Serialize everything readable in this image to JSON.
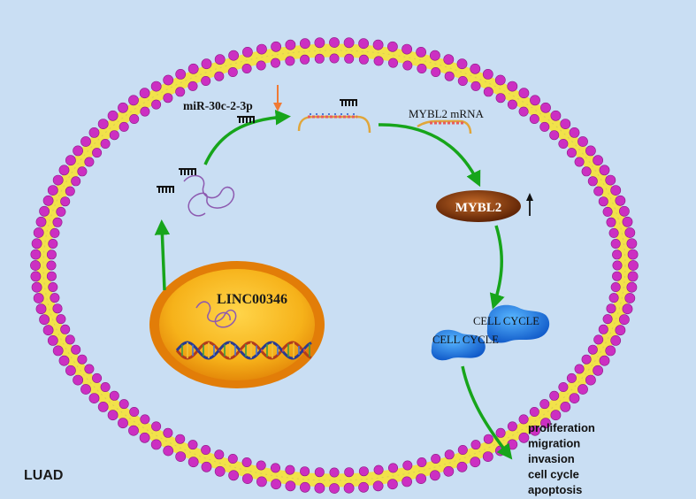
{
  "corner_label": "LUAD",
  "nucleus": {
    "label": "LINC00346"
  },
  "mirna": {
    "label": "miR-30c-2-3p",
    "trend": "down"
  },
  "mrna": {
    "label": "MYBL2 mRNA"
  },
  "protein": {
    "label": "MYBL2",
    "trend": "up"
  },
  "cell_cycle": {
    "label_a": "CELL CYCLE",
    "label_b": "CELL CYCLE"
  },
  "outcomes": [
    "proliferation",
    "migration",
    "invasion",
    "cell cycle",
    "apoptosis"
  ],
  "colors": {
    "background": "#c9def3",
    "lipid_head": "#cc2fc2",
    "lipid_tail": "#f2e24a",
    "arrow": "#17a51b",
    "nucleus": "#f4a40d",
    "protein": "#8a3a0d",
    "cell_cycle": "#1f7fe6",
    "down_arrow": "#f07a34"
  }
}
